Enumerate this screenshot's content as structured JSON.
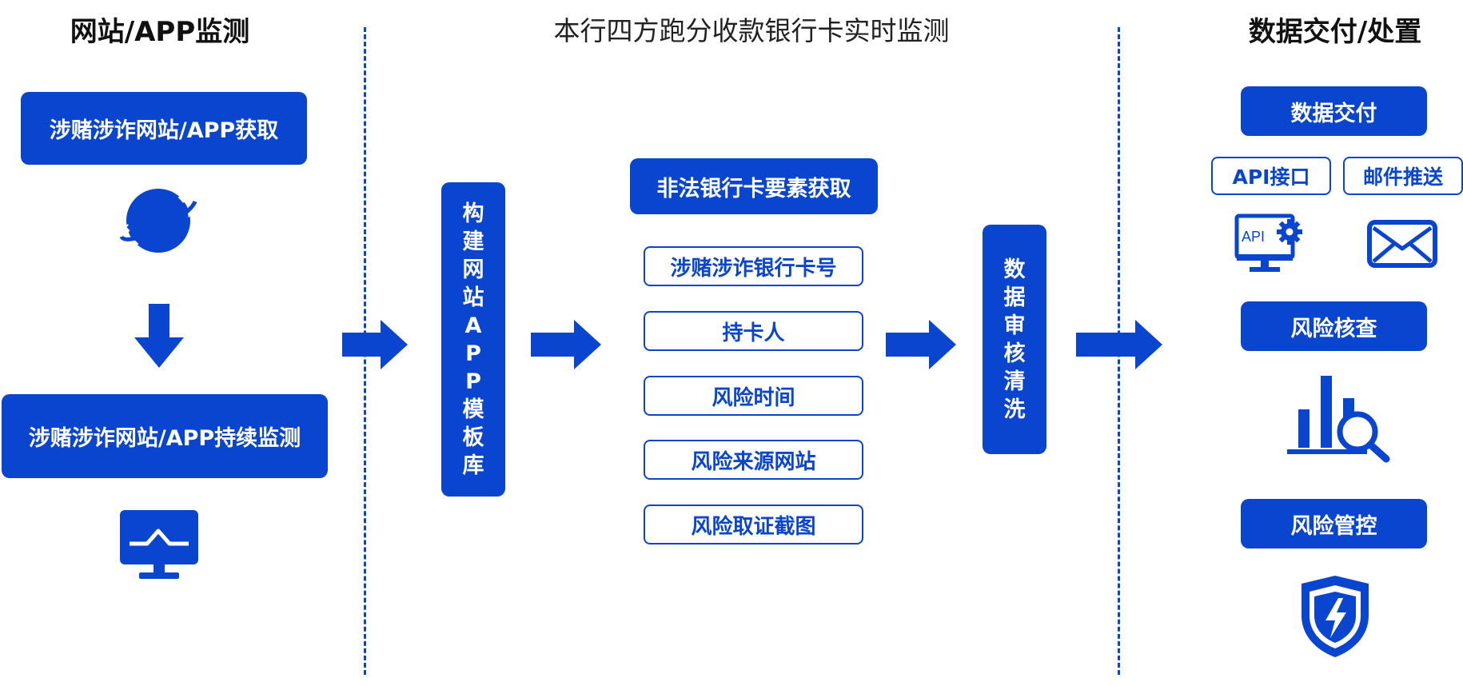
{
  "columns": {
    "left_title": "网站/APP监测",
    "middle_title": "本行四方跑分收款银行卡实时监测",
    "right_title": "数据交付/处置"
  },
  "left": {
    "acquire": "涉赌涉诈网站/APP获取",
    "monitor": "涉赌涉诈网站/APP持续监测"
  },
  "template_lib": [
    "构",
    "建",
    "网",
    "站",
    "A",
    "P",
    "P",
    "模",
    "板",
    "库"
  ],
  "extract": {
    "header": "非法银行卡要素获取",
    "items": [
      "涉赌涉诈银行卡号",
      "持卡人",
      "风险时间",
      "风险来源网站",
      "风险取证截图"
    ]
  },
  "review": [
    "数",
    "据",
    "审",
    "核",
    "清",
    "洗"
  ],
  "right": {
    "delivery": "数据交付",
    "api": "API接口",
    "mail": "邮件推送",
    "api_icon_text": "API",
    "check": "风险核查",
    "control": "风险管控"
  },
  "icons": {
    "globe": "planet-icon",
    "down_arrow": "arrow-down-icon",
    "monitor": "monitor-icon",
    "api": "api-monitor-gear-icon",
    "mail": "envelope-icon",
    "check": "chart-magnifier-icon",
    "control": "shield-bolt-icon"
  },
  "colors": {
    "primary": "#0a45cf",
    "title": "#111111",
    "background": "#ffffff"
  }
}
